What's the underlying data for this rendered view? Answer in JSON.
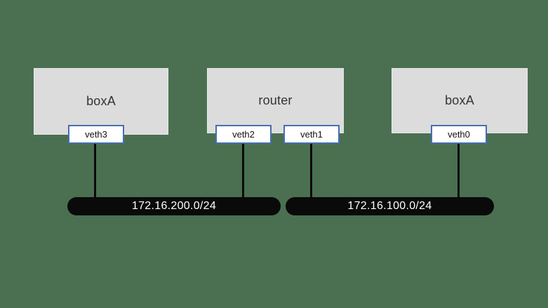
{
  "diagram": {
    "nodes": [
      {
        "id": "boxA-left",
        "label": "boxA"
      },
      {
        "id": "router",
        "label": "router"
      },
      {
        "id": "boxA-right",
        "label": "boxA"
      }
    ],
    "interfaces": [
      {
        "id": "veth3",
        "label": "veth3",
        "attached_to": "boxA-left",
        "network": "172.16.200.0/24"
      },
      {
        "id": "veth2",
        "label": "veth2",
        "attached_to": "router",
        "network": "172.16.200.0/24"
      },
      {
        "id": "veth1",
        "label": "veth1",
        "attached_to": "router",
        "network": "172.16.100.0/24"
      },
      {
        "id": "veth0",
        "label": "veth0",
        "attached_to": "boxA-right",
        "network": "172.16.100.0/24"
      }
    ],
    "networks": [
      {
        "id": "net-200",
        "cidr": "172.16.200.0/24"
      },
      {
        "id": "net-100",
        "cidr": "172.16.100.0/24"
      }
    ],
    "colors": {
      "background": "#4A7051",
      "node_fill": "#DCDCDC",
      "interface_fill": "#FFFFFF",
      "interface_border": "#466FAE",
      "connector": "#0A0A0A",
      "network_fill": "#0A0A0A",
      "network_text": "#FFFFFF",
      "node_text": "#333333"
    }
  }
}
